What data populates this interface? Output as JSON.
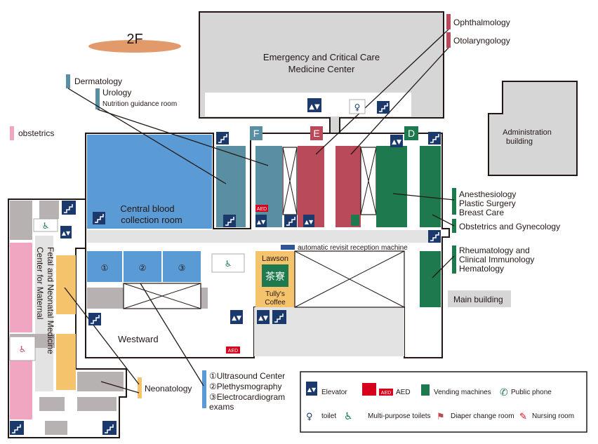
{
  "floor": "2F",
  "buildings": {
    "emergency": [
      "Emergency and Critical Care",
      "Medicine Center"
    ],
    "administration": [
      "Administration",
      "building"
    ],
    "main": "Main building"
  },
  "zones": {
    "F": "F",
    "E": "E",
    "D": "D"
  },
  "departments": {
    "ophthalmology": "Ophthalmology",
    "otolaryngology": "Otolaryngology",
    "dermatology": "Dermatology",
    "urology": "Urology",
    "nutrition": "Nutrition guidance room",
    "obstetrics": "obstetrics",
    "central_blood": [
      "Central blood",
      "collection room"
    ],
    "anesthesiology": [
      "Anesthesiology",
      "Plastic Surgery",
      "Breast Care"
    ],
    "obgyn": "Obstetrics and Gynecology",
    "rheumatology": [
      "Rheumatology and",
      "Clinical Immunology",
      "Hematology"
    ],
    "revisit": "automatic revisit reception machine",
    "westward": "Westward",
    "neonatology": "Neonatology",
    "maternal": [
      "Center for Maternal",
      "Fetal and Neonatal Medicine"
    ],
    "lawson": "Lawson",
    "tullys": [
      "Tully's",
      "Coffee"
    ],
    "tea_glyph": "茶寮",
    "exams": [
      "①Ultrasound Center",
      "②Plethysmography",
      "③Electrocardiogram",
      "exams"
    ],
    "room_numbers": [
      "①",
      "②",
      "③"
    ]
  },
  "legend": {
    "elevator": "Elevator",
    "aed": "AED",
    "aed_badge": "AED",
    "vending": "Vending machines",
    "phone": "Public phone",
    "toilet": "toilet",
    "multi_toilet": "Multi-purpose toilets",
    "diaper": "Diaper change room",
    "nursing": "Nursing room"
  },
  "colors": {
    "blue_zone": "#5b9bd5",
    "teal_zone": "#5a8fa3",
    "red_zone": "#b94a5a",
    "green_zone": "#1e7a4e",
    "yellow_zone": "#f5c36b",
    "pink_zone": "#f0a6c0",
    "grey_building": "#d6d6d6",
    "dark_stair": "#1b3a6b",
    "floor_badge": "#e39a6a"
  }
}
